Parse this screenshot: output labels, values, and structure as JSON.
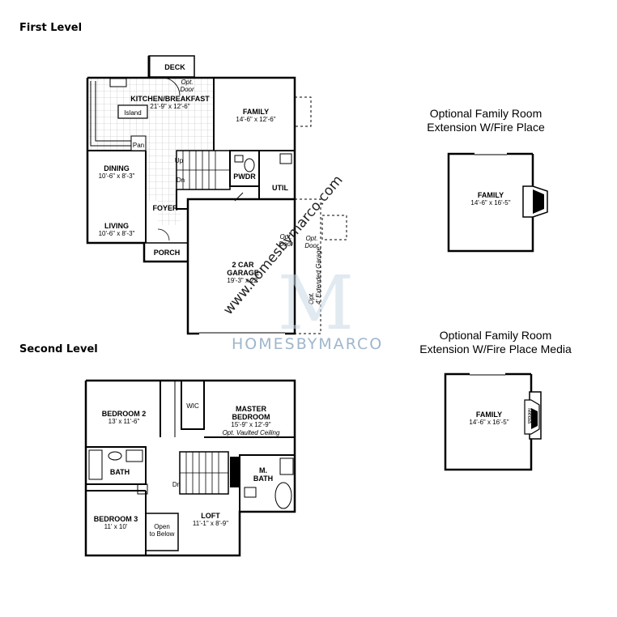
{
  "levels": {
    "first": "First Level",
    "second": "Second Level"
  },
  "options": {
    "fireplace": {
      "title_line1": "Optional Family Room",
      "title_line2": "Extension W/Fire Place",
      "room": "FAMILY",
      "dim": "14'-6\" x 16'-5\""
    },
    "media": {
      "title_line1": "Optional Family Room",
      "title_line2": "Extension W/Fire Place Media",
      "room": "FAMILY",
      "dim": "14'-6\" x 16'-5\"",
      "media_label": "Media"
    }
  },
  "first_floor": {
    "deck": "DECK",
    "opt_door_deck": "Opt. Door",
    "kitchen": {
      "name": "KITCHEN/BREAKFAST",
      "dim": "21'-9\" x 12'-6\""
    },
    "island": "Island",
    "pan": "Pan",
    "family": {
      "name": "FAMILY",
      "dim": "14'-6\" x 12'-6\""
    },
    "dining": {
      "name": "DINING",
      "dim": "10'-6\" x 8'-3\""
    },
    "living": {
      "name": "LIVING",
      "dim": "10'-6\" x 8'-3\""
    },
    "foyer": "FOYER",
    "porch": "PORCH",
    "pwdr": "PWDR",
    "util": "UTIL",
    "up": "Up",
    "dn": "Dn",
    "garage": {
      "name_line1": "2 CAR",
      "name_line2": "GARAGE",
      "dim": "19'-3\" x 22'"
    },
    "opt_door": "Opt. Door",
    "opt_door_2": "Opt. Door",
    "extended_garage_line1": "Opt.",
    "extended_garage_line2": "4' Extended Garage"
  },
  "second_floor": {
    "bedroom2": {
      "name": "BEDROOM 2",
      "dim": "13' x 11'-6\""
    },
    "wic": "WIC",
    "master": {
      "name_line1": "MASTER",
      "name_line2": "BEDROOM",
      "dim": "15'-9\" x 12'-9\"",
      "note": "Opt. Vaulted Ceiling"
    },
    "bath": "BATH",
    "mbath_line1": "M.",
    "mbath_line2": "BATH",
    "dn": "Dn",
    "bedroom3": {
      "name": "BEDROOM 3",
      "dim": "11' x 10'"
    },
    "open_below_line1": "Open",
    "open_below_line2": "to Below",
    "loft": {
      "name": "LOFT",
      "dim": "11'-1\" x 8'-9\""
    }
  },
  "watermark": {
    "site": "www.homesbymarco.com",
    "brand": "HOMESBYMARCO",
    "monogram": "M"
  }
}
